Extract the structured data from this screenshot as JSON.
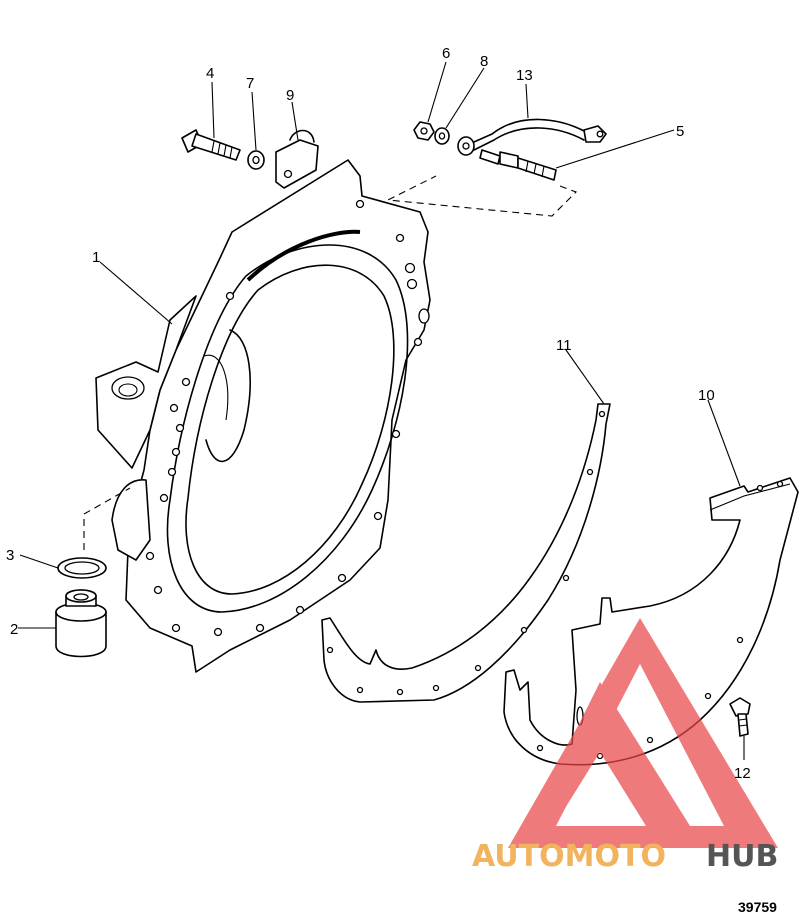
{
  "diagram": {
    "drawing_number": "39759",
    "watermark": {
      "part_a": "AUTOMOTO",
      "part_b": "HUB",
      "color_a": "#f2b35f",
      "color_b": "#555555",
      "triangle_color": "#e8474a"
    },
    "callouts": [
      "1",
      "2",
      "3",
      "4",
      "5",
      "6",
      "7",
      "8",
      "9",
      "10",
      "11",
      "12",
      "13"
    ]
  }
}
